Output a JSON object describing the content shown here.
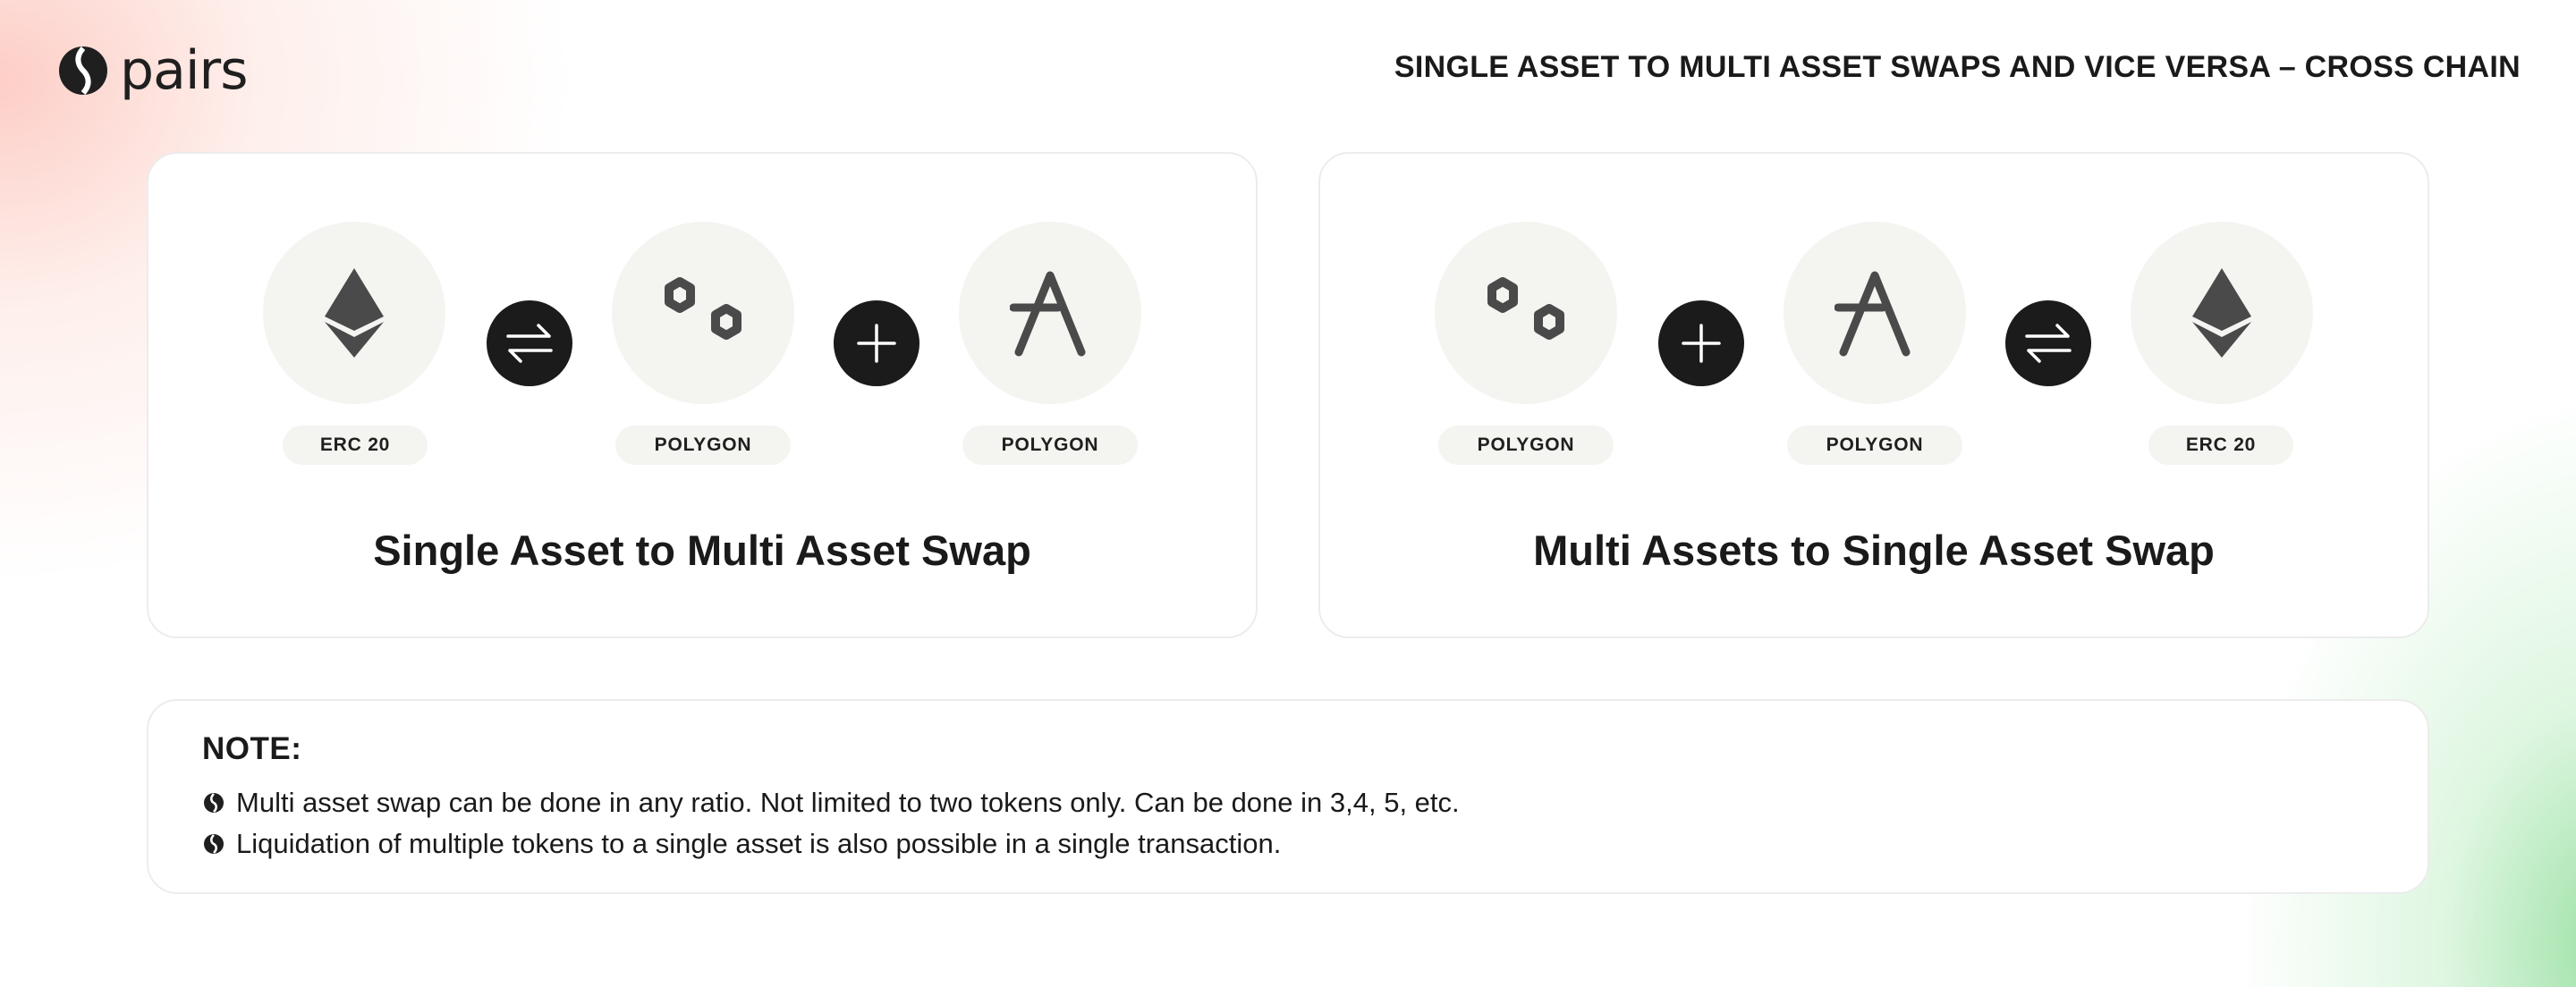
{
  "brand": {
    "name": "pairs",
    "logo_icon": "pairs-logo-icon"
  },
  "header": {
    "title": "SINGLE ASSET TO MULTI ASSET SWAPS AND VICE VERSA – CROSS CHAIN"
  },
  "cards": [
    {
      "title": "Single Asset to Multi Asset Swap",
      "tokens": [
        {
          "icon": "ethereum-icon",
          "label": "ERC 20"
        },
        {
          "icon": "polygon-icon",
          "label": "POLYGON"
        },
        {
          "icon": "aave-icon",
          "label": "POLYGON"
        }
      ],
      "operators": [
        "swap-arrows-icon",
        "plus-icon"
      ]
    },
    {
      "title": "Multi Assets to Single Asset Swap",
      "tokens": [
        {
          "icon": "polygon-icon",
          "label": "POLYGON"
        },
        {
          "icon": "aave-icon",
          "label": "POLYGON"
        },
        {
          "icon": "ethereum-icon",
          "label": "ERC 20"
        }
      ],
      "operators": [
        "plus-icon",
        "swap-arrows-icon"
      ]
    }
  ],
  "note": {
    "heading": "NOTE:",
    "bullet_icon": "pairs-logo-icon",
    "items": [
      "Multi asset swap can be done in any ratio. Not limited to two tokens only. Can be done in 3,4, 5, etc.",
      "Liquidation of multiple tokens to a single asset is also possible in a single transaction."
    ]
  },
  "colors": {
    "accent_dark": "#1b1b1b",
    "token_bg": "#f4f5f1",
    "icon_gray": "#4a4a4a",
    "gradient_pink": "#fcbeb4",
    "gradient_green": "#8cdc96"
  }
}
